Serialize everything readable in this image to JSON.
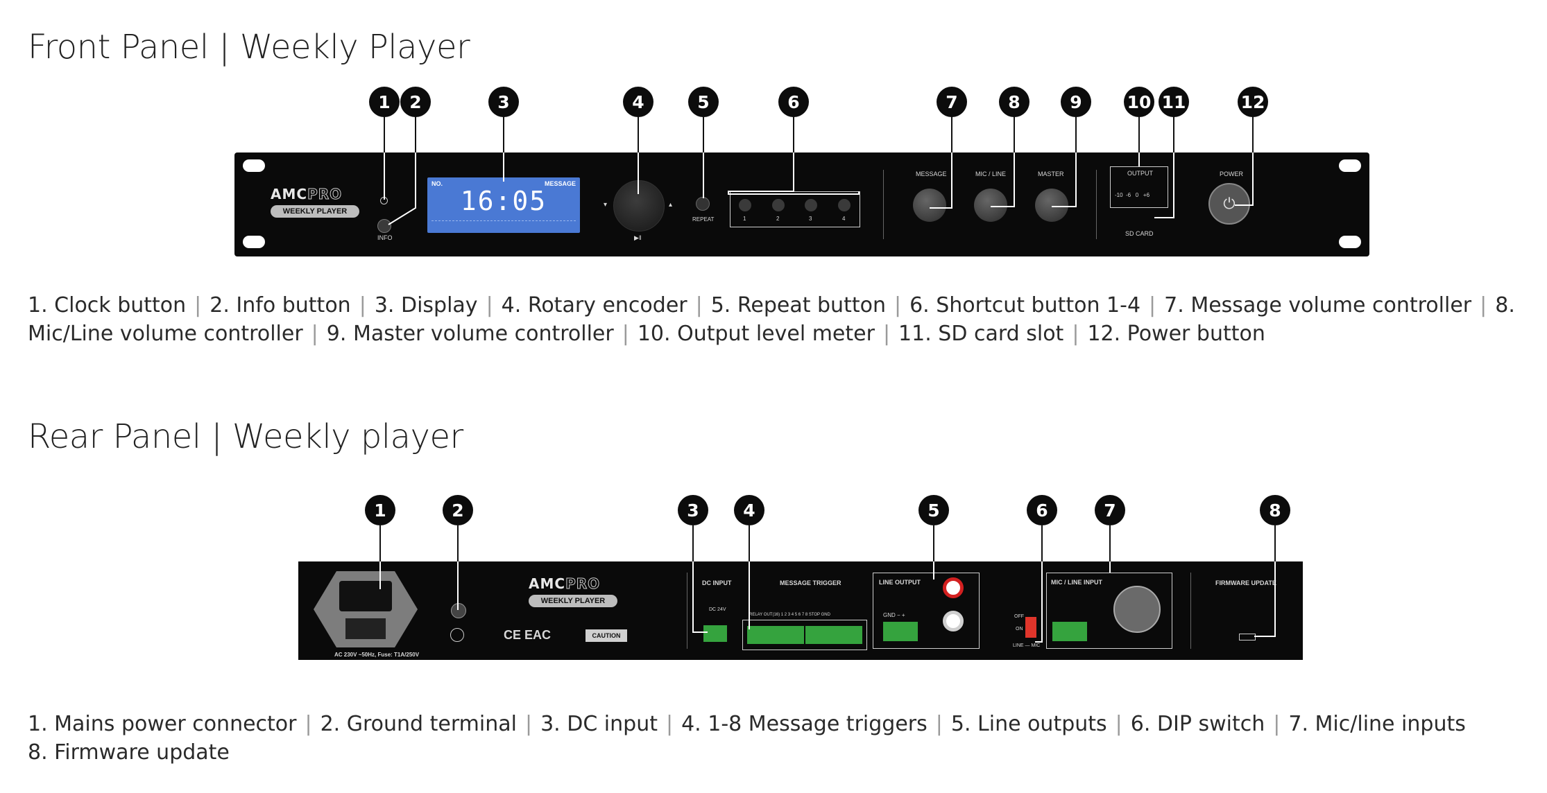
{
  "front": {
    "title": "Front Panel | Weekly Player",
    "badges": [
      "1",
      "2",
      "3",
      "4",
      "5",
      "6",
      "7",
      "8",
      "9",
      "10",
      "11",
      "12"
    ],
    "captions": [
      "1. Clock button",
      "2. Info button",
      "3. Display",
      "4. Rotary encoder",
      "5. Repeat button",
      "6. Shortcut button 1-4",
      "7. Message volume controller",
      "8. Mic/Line volume controller",
      "9. Master volume controller",
      "10. Output level meter",
      "11. SD card slot",
      "12. Power button"
    ],
    "device": {
      "brand_a": "AMC",
      "brand_b": "PRO",
      "model": "WEEKLY PLAYER",
      "info_label": "INFO",
      "display_time": "16:05",
      "display_no": "NO.",
      "display_message": "MESSAGE",
      "repeat_label": "REPEAT",
      "shortcut_nums": [
        "1",
        "2",
        "3",
        "4"
      ],
      "knob_labels": [
        "MESSAGE",
        "MIC / LINE",
        "MASTER"
      ],
      "output_label": "OUTPUT",
      "meter_values": "-10  -6   0   +6",
      "sd_label": "SD CARD",
      "power_label": "POWER"
    }
  },
  "rear": {
    "title": "Rear Panel | Weekly player",
    "badges": [
      "1",
      "2",
      "3",
      "4",
      "5",
      "6",
      "7",
      "8"
    ],
    "captions": [
      "1. Mains power connector",
      "2.  Ground terminal",
      "3. DC input",
      "4. 1-8 Message triggers",
      "5. Line outputs",
      "6. DIP switch",
      "7. Mic/line inputs",
      "8. Firmware update"
    ],
    "device": {
      "brand_a": "AMC",
      "brand_b": "PRO",
      "model": "WEEKLY PLAYER",
      "mains_text": "AC 230V ~50Hz, Fuse: T1A/250V",
      "cert_text": "CE EAC",
      "caution_text": "CAUTION",
      "dc_label": "DC INPUT",
      "dc_sub": "DC 24V",
      "trigger_label": "MESSAGE TRIGGER",
      "trigger_nums": "RELAY OUT(16)  1  2  3  4  5  6  7  8  STOP GND",
      "line_out_label": "LINE OUTPUT",
      "gnd_label": "GND  −  +",
      "dip_labels": [
        "OFF",
        "ON"
      ],
      "dip_side": "LINE — MIC",
      "mic_line_label": "MIC / LINE INPUT",
      "fw_label": "FIRMWARE UPDATE"
    }
  }
}
